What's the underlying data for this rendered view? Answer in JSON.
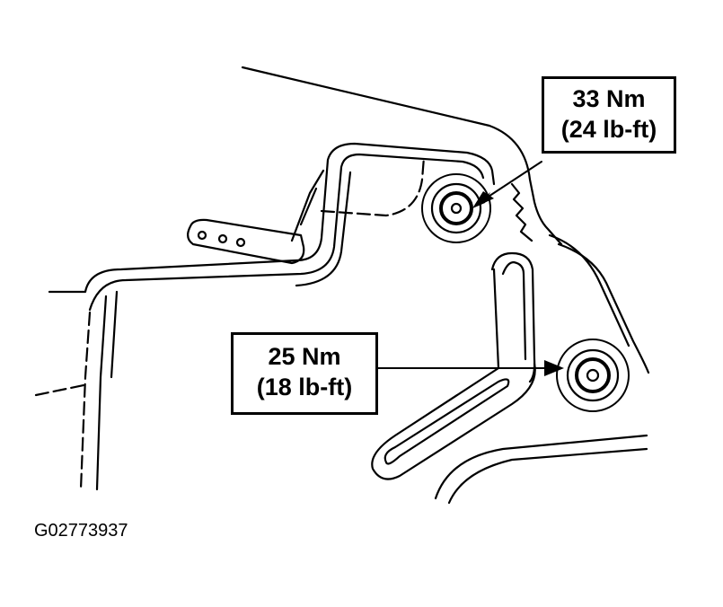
{
  "callouts": {
    "upper": {
      "torque_nm": "33 Nm",
      "torque_lbft": "(24 lb-ft)"
    },
    "lower": {
      "torque_nm": "25 Nm",
      "torque_lbft": "(18 lb-ft)"
    }
  },
  "figure_id": "G02773937",
  "colors": {
    "line": "#000000",
    "background": "#ffffff"
  }
}
